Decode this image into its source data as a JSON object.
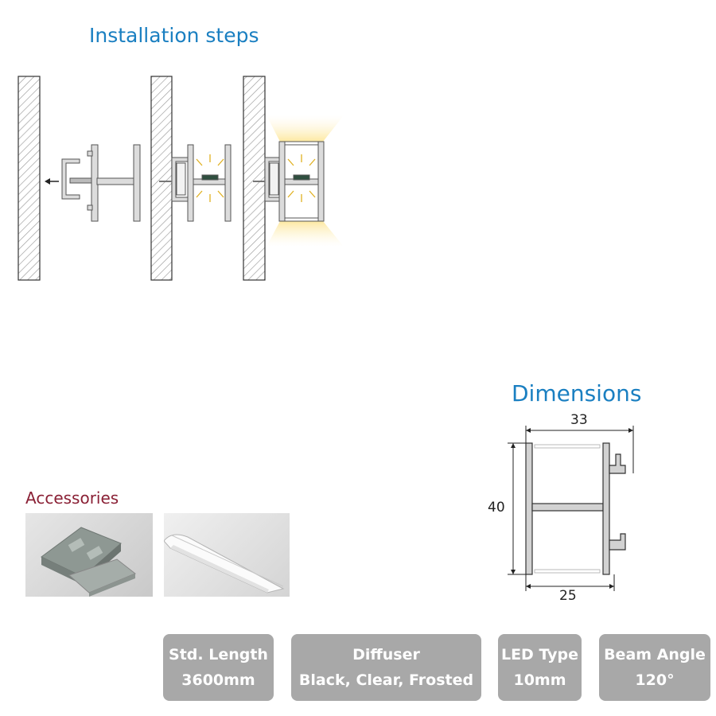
{
  "sections": {
    "installation_title": "Installation steps",
    "dimensions_title": "Dimensions",
    "accessories_title": "Accessories"
  },
  "dimensions": {
    "width_top": "33",
    "height": "40",
    "width_bottom": "25"
  },
  "specs": [
    {
      "label": "Std. Length",
      "value": "3600mm"
    },
    {
      "label": "Diffuser",
      "value": "Black, Clear, Frosted"
    },
    {
      "label": "LED Type",
      "value": "10mm"
    },
    {
      "label": "Beam Angle",
      "value": "120°"
    }
  ],
  "colors": {
    "title_blue": "#1a7fc1",
    "accessories_red": "#8a2035",
    "spec_box": "#a8a8a8",
    "profile_fill": "#d2d2d2"
  }
}
